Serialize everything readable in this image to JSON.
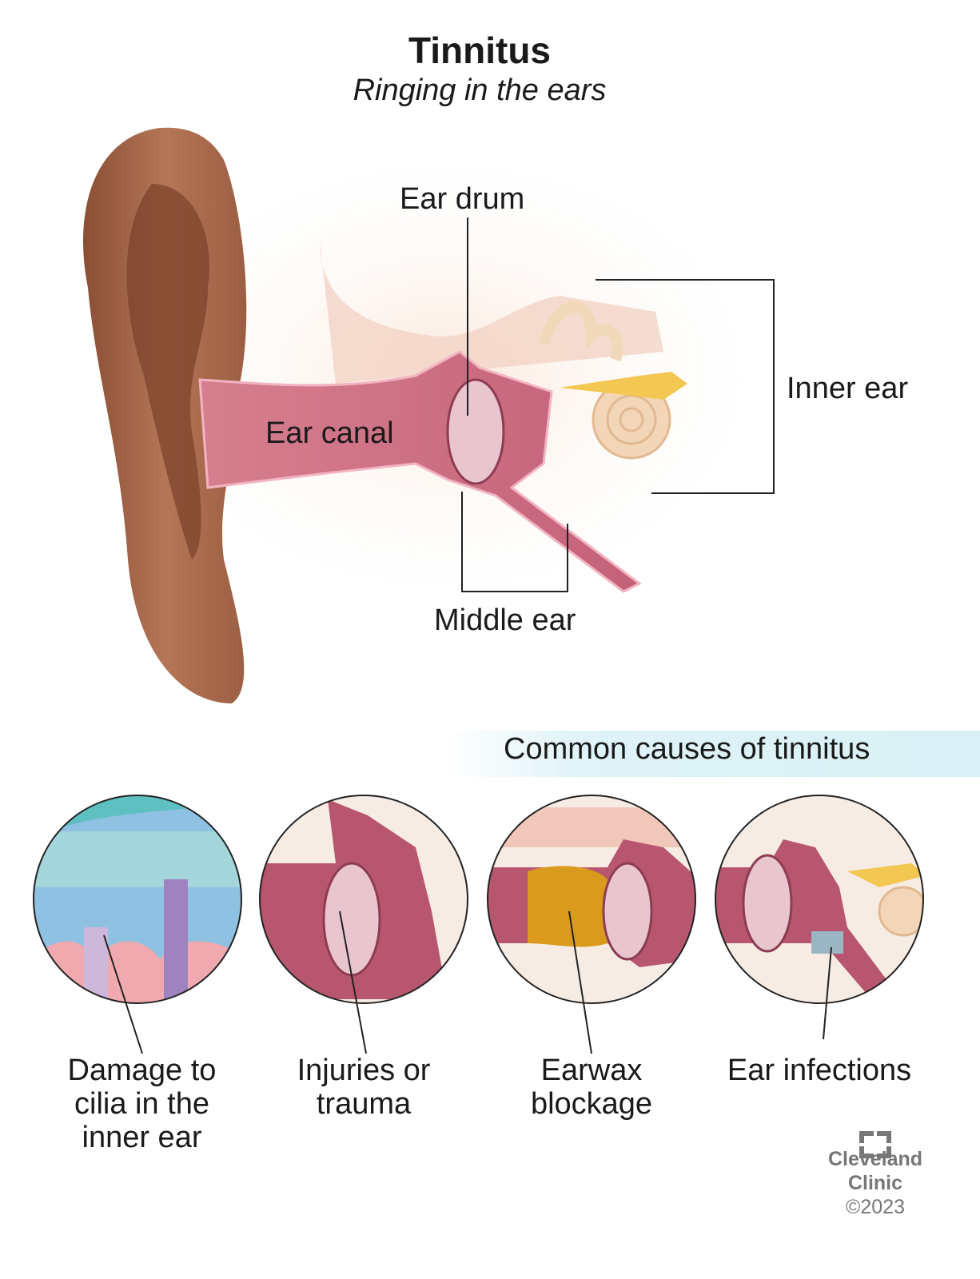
{
  "title": "Tinnitus",
  "subtitle": "Ringing in the ears",
  "anatomy_labels": {
    "ear_drum": "Ear drum",
    "inner_ear": "Inner ear",
    "ear_canal": "Ear canal",
    "middle_ear": "Middle ear"
  },
  "causes": {
    "heading": "Common causes of tinnitus",
    "items": [
      {
        "label": "Damage to cilia in the inner ear"
      },
      {
        "label": "Injuries or trauma"
      },
      {
        "label": "Earwax blockage"
      },
      {
        "label": "Ear infections"
      }
    ]
  },
  "branding": {
    "name_line1": "Cleveland",
    "name_line2": "Clinic",
    "copyright": "©2023"
  },
  "colors": {
    "skin": "#a86a4c",
    "tissue": "#b8566f",
    "banner": "#dff3f8",
    "logo": "#777777"
  }
}
